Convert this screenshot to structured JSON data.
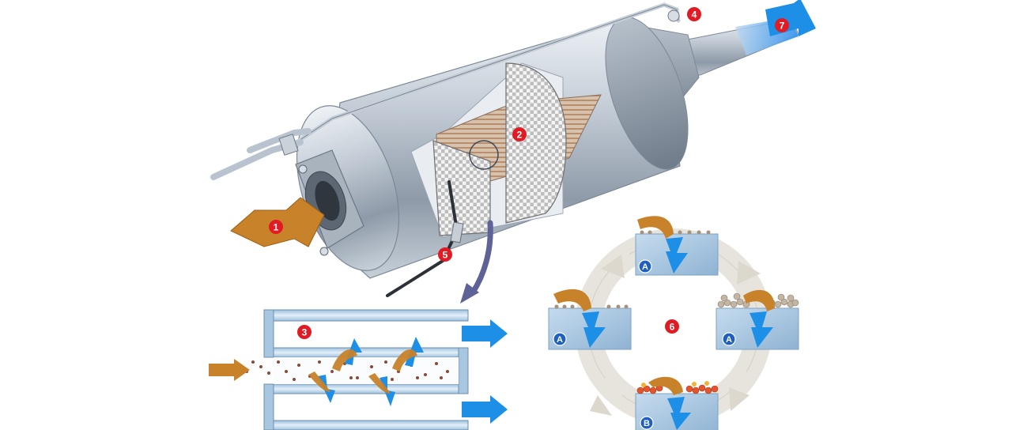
{
  "markers": {
    "m1": "1",
    "m2": "2",
    "m3": "3",
    "m4": "4",
    "m5": "5",
    "m6": "6",
    "m7": "7"
  },
  "cycle_states": {
    "a_top": "A",
    "a_left": "A",
    "a_right": "A",
    "b_bottom": "B"
  },
  "colors": {
    "marker_red": "#e01b24",
    "cycle_blue": "#1f5fbf",
    "flow_orange": "#c8822a",
    "clean_blue": "#1e8fe6",
    "steel": "#b9c3cf"
  }
}
